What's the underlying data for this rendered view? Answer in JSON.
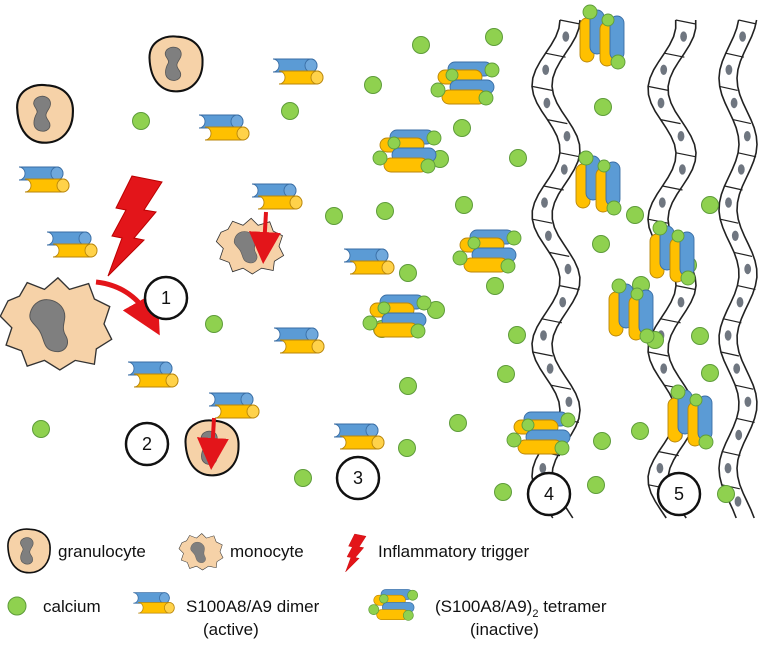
{
  "steps": [
    "1",
    "2",
    "3",
    "4",
    "5"
  ],
  "legend": {
    "granulocyte": "granulocyte",
    "monocyte": "monocyte",
    "trigger": "Inflammatory trigger",
    "calcium": "calcium",
    "dimer_line1": "S100A8/A9 dimer",
    "dimer_line2": "(active)",
    "tetramer_main": "(S100A8/A9)",
    "tetramer_sub": "2",
    "tetramer_tail": " tetramer",
    "tetramer_line2": "(inactive)"
  },
  "colors": {
    "s100a8": "#ffc000",
    "s100a9": "#5b9bd5",
    "calcium": "#8fd14f",
    "cell_fill": "#f6d2a8",
    "nucleus": "#808080",
    "arrow": "#e3151a",
    "vessel_cell_nucleus": "#6f7680"
  },
  "icons": [
    "granulocyte-icon",
    "monocyte-icon",
    "lightning-icon",
    "calcium-icon",
    "dimer-icon",
    "tetramer-icon",
    "curved-arrow-icon",
    "release-arrow-icon",
    "blood-vessel-icon"
  ]
}
